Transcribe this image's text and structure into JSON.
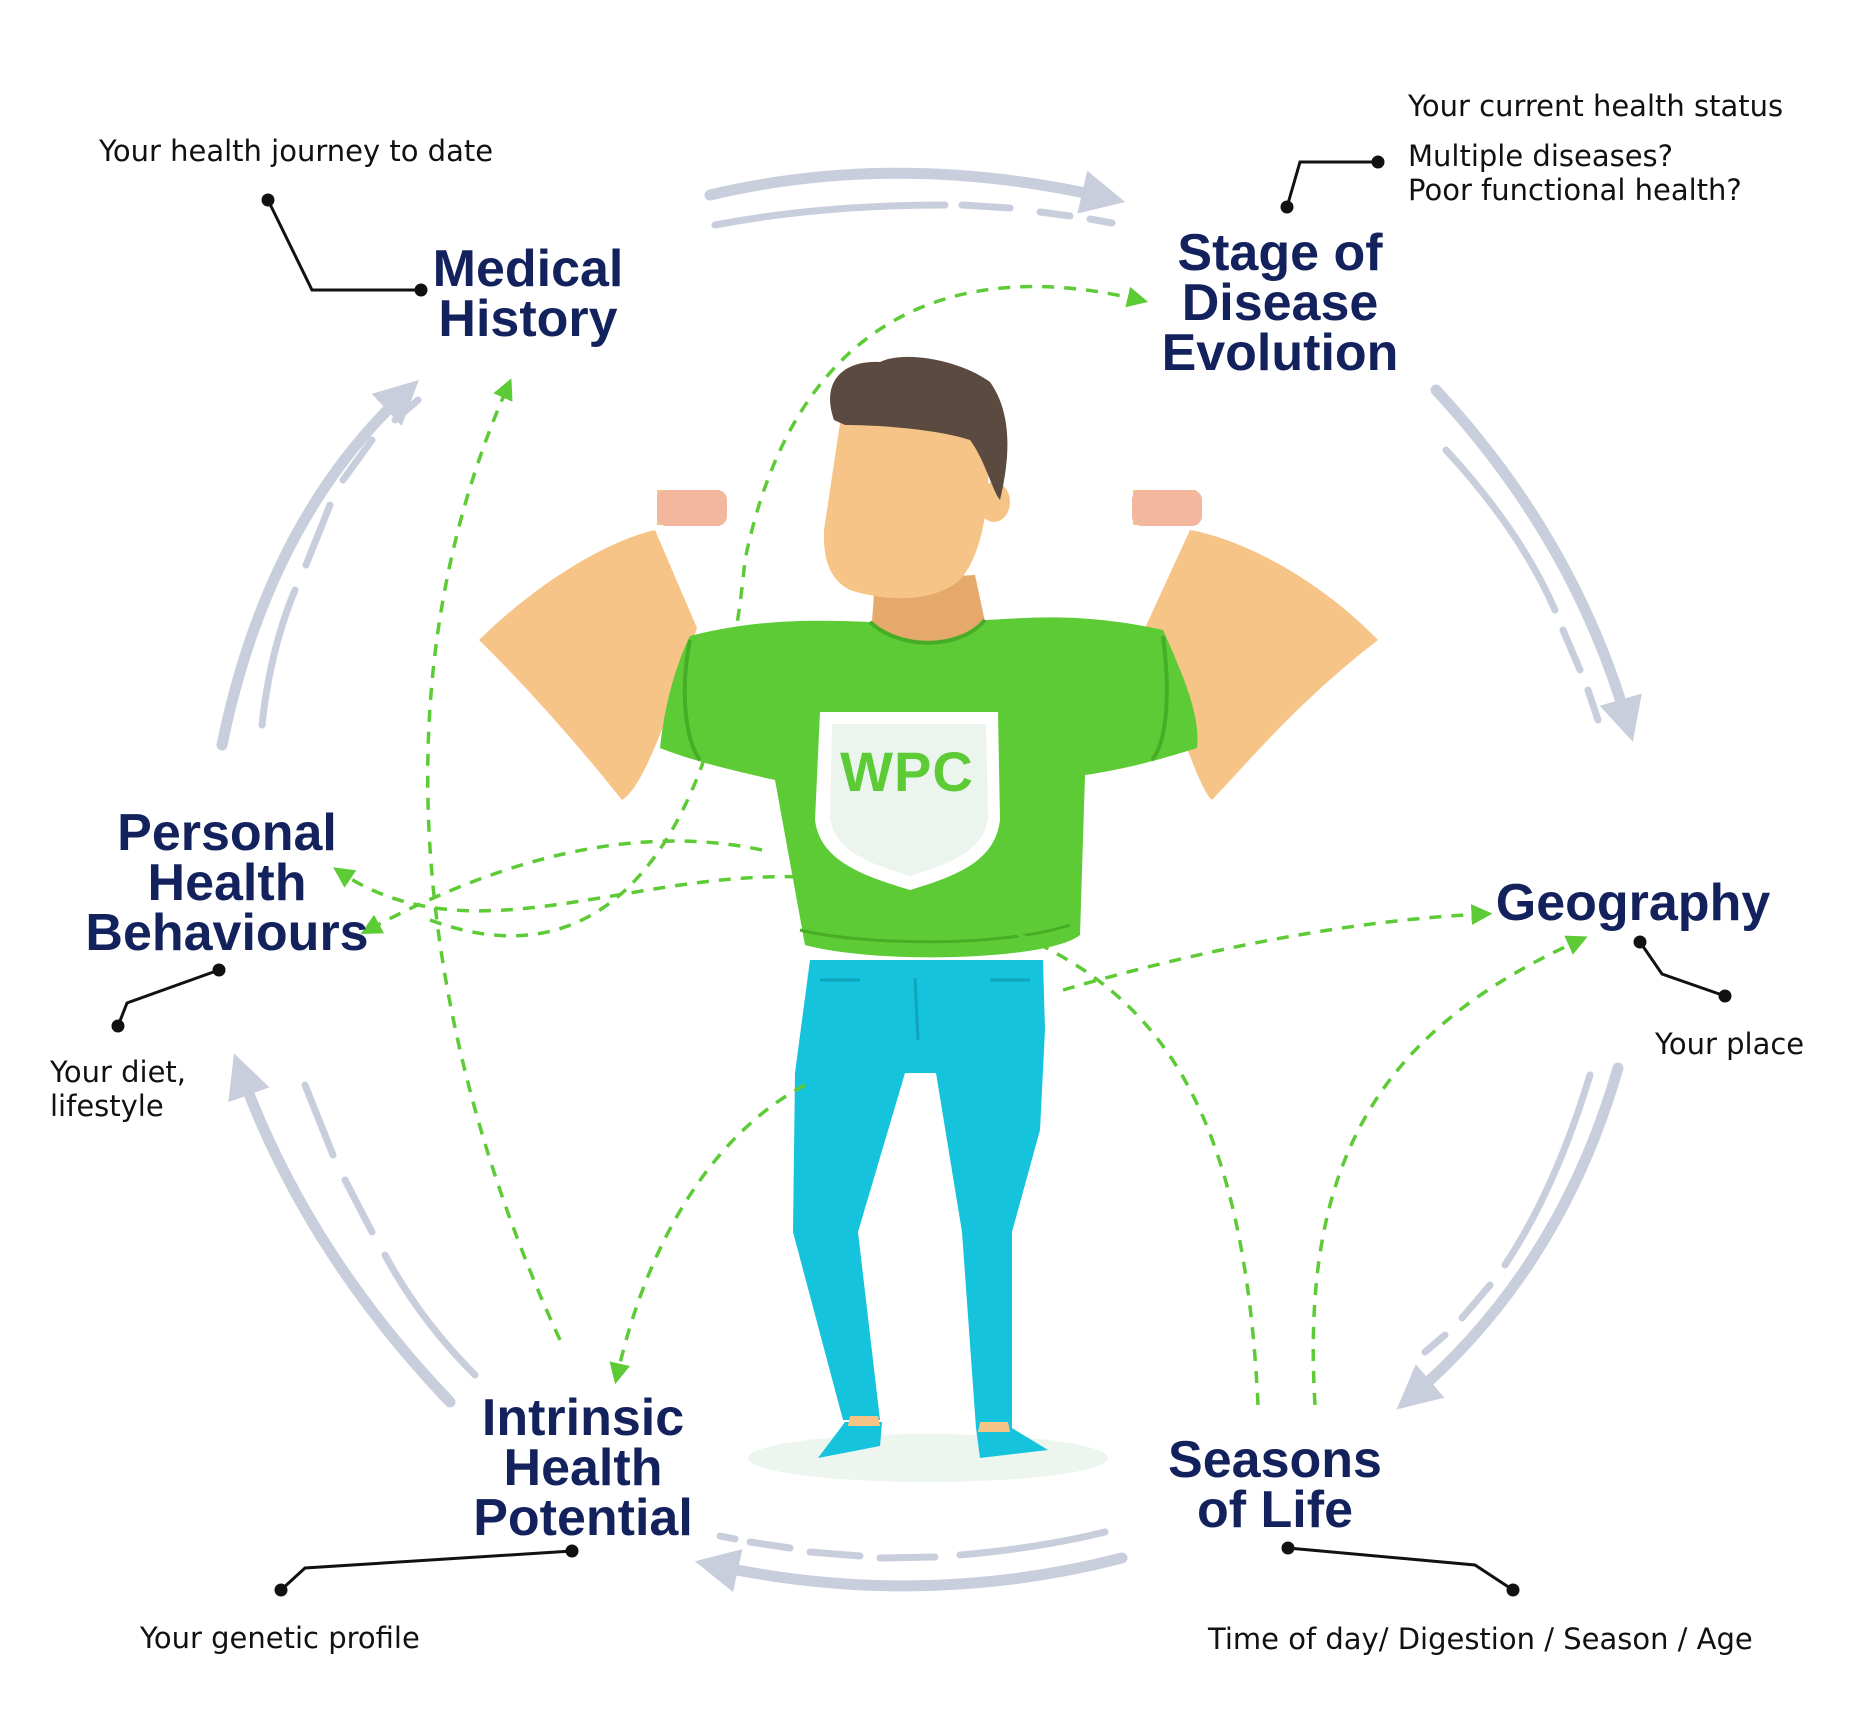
{
  "colors": {
    "title": "#13225c",
    "note": "#111111",
    "cycle_arrow": "#c9cedd",
    "influence_arrow": "#5dcb35",
    "shirt": "#5dcb35",
    "jeans": "#16c3dc",
    "skin": "#f7c487",
    "hair": "#5b4a3f"
  },
  "nodes": [
    {
      "id": "medical-history",
      "title_lines": [
        "Medical",
        "History"
      ],
      "note_lines": [
        "Your health journey to date"
      ]
    },
    {
      "id": "stage-of-disease-evolution",
      "title_lines": [
        "Stage of",
        "Disease",
        "Evolution"
      ],
      "note_lines": [
        "Your current health status",
        "Multiple diseases?",
        "Poor functional health?"
      ]
    },
    {
      "id": "geography",
      "title_lines": [
        "Geography"
      ],
      "note_lines": [
        "Your place"
      ]
    },
    {
      "id": "seasons-of-life",
      "title_lines": [
        "Seasons",
        "of Life"
      ],
      "note_lines": [
        "Time of day/ Digestion / Season / Age"
      ]
    },
    {
      "id": "intrinsic-health-potential",
      "title_lines": [
        "Intrinsic",
        "Health",
        "Potential"
      ],
      "note_lines": [
        "Your genetic profile"
      ]
    },
    {
      "id": "personal-health-behaviours",
      "title_lines": [
        "Personal",
        "Health",
        "Behaviours"
      ],
      "note_lines": [
        "Your diet,",
        "lifestyle"
      ]
    }
  ],
  "cycle": {
    "direction": "clockwise",
    "order": [
      "medical-history",
      "stage-of-disease-evolution",
      "geography",
      "seasons-of-life",
      "intrinsic-health-potential",
      "personal-health-behaviours"
    ]
  },
  "figure": {
    "shirt_logo": "WPC",
    "icons": [
      "person-flexing-icon",
      "shield-badge-icon"
    ]
  }
}
